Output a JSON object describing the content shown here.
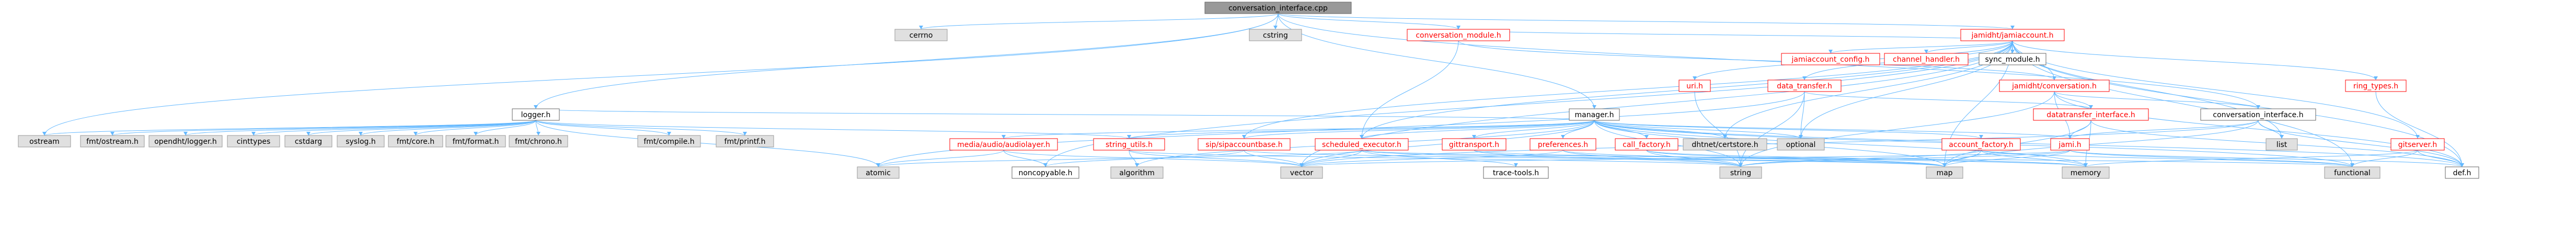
{
  "title": "conversation_interface.cpp",
  "colors": {
    "edge": "#63b8ff",
    "root_fill": "#999999",
    "root_text": "#000000",
    "local_fill": "#ffffff",
    "local_stroke": "#666666",
    "local_text": "#000000",
    "hub_stroke": "#ff0000",
    "hub_text": "#ff0000",
    "system_fill": "#e0e0e0",
    "system_stroke": "#999999"
  },
  "nodes": [
    {
      "id": "root",
      "label": "conversation_interface.cpp",
      "kind": "root"
    },
    {
      "id": "cerrno",
      "label": "cerrno",
      "kind": "system"
    },
    {
      "id": "cstring",
      "label": "cstring",
      "kind": "system"
    },
    {
      "id": "conversation_module",
      "label": "conversation_module.h",
      "kind": "hub"
    },
    {
      "id": "jamiaccount",
      "label": "jamidht/jamiaccount.h",
      "kind": "hub"
    },
    {
      "id": "logger",
      "label": "logger.h",
      "kind": "local"
    },
    {
      "id": "manager",
      "label": "manager.h",
      "kind": "local"
    },
    {
      "id": "jamiaccount_config",
      "label": "jamiaccount_config.h",
      "kind": "hub"
    },
    {
      "id": "channel_handler",
      "label": "channel_handler.h",
      "kind": "hub"
    },
    {
      "id": "sync_module",
      "label": "sync_module.h",
      "kind": "local"
    },
    {
      "id": "uri",
      "label": "uri.h",
      "kind": "hub"
    },
    {
      "id": "jamidht_conversation",
      "label": "jamidht/conversation.h",
      "kind": "hub"
    },
    {
      "id": "data_transfer",
      "label": "data_transfer.h",
      "kind": "hub"
    },
    {
      "id": "ring_types",
      "label": "ring_types.h",
      "kind": "hub"
    },
    {
      "id": "datatransfer_interface",
      "label": "datatransfer_interface.h",
      "kind": "hub"
    },
    {
      "id": "conversation_interface",
      "label": "conversation_interface.h",
      "kind": "local"
    },
    {
      "id": "ostream",
      "label": "ostream",
      "kind": "system"
    },
    {
      "id": "fmt_ostream",
      "label": "fmt/ostream.h",
      "kind": "system"
    },
    {
      "id": "opendht_logger",
      "label": "opendht/logger.h",
      "kind": "system"
    },
    {
      "id": "cinttypes",
      "label": "cinttypes",
      "kind": "system"
    },
    {
      "id": "cstdarg",
      "label": "cstdarg",
      "kind": "system"
    },
    {
      "id": "syslog",
      "label": "syslog.h",
      "kind": "system"
    },
    {
      "id": "fmt_core",
      "label": "fmt/core.h",
      "kind": "system"
    },
    {
      "id": "fmt_format",
      "label": "fmt/format.h",
      "kind": "system"
    },
    {
      "id": "fmt_chrono",
      "label": "fmt/chrono.h",
      "kind": "system"
    },
    {
      "id": "fmt_compile",
      "label": "fmt/compile.h",
      "kind": "system"
    },
    {
      "id": "fmt_printf",
      "label": "fmt/printf.h",
      "kind": "system"
    },
    {
      "id": "media_audiolayer",
      "label": "media/audio/audiolayer.h",
      "kind": "hub"
    },
    {
      "id": "string_utils",
      "label": "string_utils.h",
      "kind": "hub"
    },
    {
      "id": "sip_sipaccountbase",
      "label": "sip/sipaccountbase.h",
      "kind": "hub"
    },
    {
      "id": "scheduled_executor",
      "label": "scheduled_executor.h",
      "kind": "hub"
    },
    {
      "id": "gittransport",
      "label": "gittransport.h",
      "kind": "hub"
    },
    {
      "id": "preferences",
      "label": "preferences.h",
      "kind": "hub"
    },
    {
      "id": "call_factory",
      "label": "call_factory.h",
      "kind": "hub"
    },
    {
      "id": "dhtnet_certstore",
      "label": "dhtnet/certstore.h",
      "kind": "system"
    },
    {
      "id": "optional",
      "label": "optional",
      "kind": "system"
    },
    {
      "id": "account_factory",
      "label": "account_factory.h",
      "kind": "hub"
    },
    {
      "id": "jami",
      "label": "jami.h",
      "kind": "hub"
    },
    {
      "id": "list",
      "label": "list",
      "kind": "system"
    },
    {
      "id": "gitserver",
      "label": "gitserver.h",
      "kind": "hub"
    },
    {
      "id": "atomic",
      "label": "atomic",
      "kind": "system"
    },
    {
      "id": "noncopyable",
      "label": "noncopyable.h",
      "kind": "local"
    },
    {
      "id": "algorithm",
      "label": "algorithm",
      "kind": "system"
    },
    {
      "id": "vector",
      "label": "vector",
      "kind": "system"
    },
    {
      "id": "trace_tools",
      "label": "trace-tools.h",
      "kind": "local"
    },
    {
      "id": "string",
      "label": "string",
      "kind": "system"
    },
    {
      "id": "map",
      "label": "map",
      "kind": "system"
    },
    {
      "id": "memory",
      "label": "memory",
      "kind": "system"
    },
    {
      "id": "functional",
      "label": "functional",
      "kind": "system"
    },
    {
      "id": "def",
      "label": "def.h",
      "kind": "local"
    }
  ],
  "edges": [
    [
      "root",
      "cerrno"
    ],
    [
      "root",
      "cstring"
    ],
    [
      "root",
      "conversation_module"
    ],
    [
      "root",
      "jamiaccount"
    ],
    [
      "root",
      "logger"
    ],
    [
      "root",
      "manager"
    ],
    [
      "root",
      "conversation_interface"
    ],
    [
      "root",
      "ostream"
    ],
    [
      "jamiaccount",
      "jamiaccount_config"
    ],
    [
      "jamiaccount",
      "channel_handler"
    ],
    [
      "jamiaccount",
      "sync_module"
    ],
    [
      "jamiaccount",
      "uri"
    ],
    [
      "jamiaccount",
      "jamidht_conversation"
    ],
    [
      "jamiaccount",
      "data_transfer"
    ],
    [
      "jamiaccount",
      "ring_types"
    ],
    [
      "jamiaccount",
      "conversation_module"
    ],
    [
      "jamiaccount",
      "sip_sipaccountbase"
    ],
    [
      "jamiaccount",
      "scheduled_executor"
    ],
    [
      "jamiaccount",
      "dhtnet_certstore"
    ],
    [
      "jamiaccount",
      "optional"
    ],
    [
      "jamiaccount",
      "list"
    ],
    [
      "jamiaccount",
      "gitserver"
    ],
    [
      "jamiaccount",
      "map"
    ],
    [
      "jamiaccount",
      "functional"
    ],
    [
      "jamiaccount",
      "def"
    ],
    [
      "jamiaccount",
      "vector"
    ],
    [
      "jamiaccount",
      "noncopyable"
    ],
    [
      "conversation_module",
      "scheduled_executor"
    ],
    [
      "conversation_module",
      "jamidht_conversation"
    ],
    [
      "jamidht_conversation",
      "datatransfer_interface"
    ],
    [
      "jamidht_conversation",
      "conversation_interface"
    ],
    [
      "jamidht_conversation",
      "jami"
    ],
    [
      "jamidht_conversation",
      "string"
    ],
    [
      "jamidht_conversation",
      "def"
    ],
    [
      "data_transfer",
      "datatransfer_interface"
    ],
    [
      "data_transfer",
      "optional"
    ],
    [
      "data_transfer",
      "atomic"
    ],
    [
      "data_transfer",
      "string"
    ],
    [
      "ring_types",
      "def"
    ],
    [
      "uri",
      "string"
    ],
    [
      "datatransfer_interface",
      "jami"
    ],
    [
      "datatransfer_interface",
      "def"
    ],
    [
      "datatransfer_interface",
      "map"
    ],
    [
      "datatransfer_interface",
      "memory"
    ],
    [
      "conversation_interface",
      "jami"
    ],
    [
      "conversation_interface",
      "def"
    ],
    [
      "conversation_interface",
      "list"
    ],
    [
      "conversation_interface",
      "map"
    ],
    [
      "conversation_interface",
      "vector"
    ],
    [
      "logger",
      "ostream"
    ],
    [
      "logger",
      "fmt_ostream"
    ],
    [
      "logger",
      "opendht_logger"
    ],
    [
      "logger",
      "cinttypes"
    ],
    [
      "logger",
      "cstdarg"
    ],
    [
      "logger",
      "syslog"
    ],
    [
      "logger",
      "fmt_core"
    ],
    [
      "logger",
      "fmt_format"
    ],
    [
      "logger",
      "fmt_chrono"
    ],
    [
      "logger",
      "fmt_compile"
    ],
    [
      "logger",
      "fmt_printf"
    ],
    [
      "logger",
      "atomic"
    ],
    [
      "logger",
      "string_utils"
    ],
    [
      "manager",
      "media_audiolayer"
    ],
    [
      "manager",
      "string_utils"
    ],
    [
      "manager",
      "sip_sipaccountbase"
    ],
    [
      "manager",
      "scheduled_executor"
    ],
    [
      "manager",
      "gittransport"
    ],
    [
      "manager",
      "preferences"
    ],
    [
      "manager",
      "call_factory"
    ],
    [
      "manager",
      "dhtnet_certstore"
    ],
    [
      "manager",
      "optional"
    ],
    [
      "manager",
      "account_factory"
    ],
    [
      "manager",
      "jami"
    ],
    [
      "manager",
      "def"
    ],
    [
      "manager",
      "memory"
    ],
    [
      "manager",
      "vector"
    ],
    [
      "manager",
      "string"
    ],
    [
      "manager",
      "map"
    ],
    [
      "manager",
      "functional"
    ],
    [
      "manager",
      "algorithm"
    ],
    [
      "manager",
      "logger"
    ],
    [
      "media_audiolayer",
      "noncopyable"
    ],
    [
      "media_audiolayer",
      "atomic"
    ],
    [
      "media_audiolayer",
      "vector"
    ],
    [
      "string_utils",
      "algorithm"
    ],
    [
      "string_utils",
      "vector"
    ],
    [
      "string_utils",
      "string"
    ],
    [
      "sip_sipaccountbase",
      "noncopyable"
    ],
    [
      "sip_sipaccountbase",
      "vector"
    ],
    [
      "sip_sipaccountbase",
      "map"
    ],
    [
      "scheduled_executor",
      "trace_tools"
    ],
    [
      "scheduled_executor",
      "vector"
    ],
    [
      "scheduled_executor",
      "map"
    ],
    [
      "scheduled_executor",
      "atomic"
    ],
    [
      "scheduled_executor",
      "functional"
    ],
    [
      "gittransport",
      "string"
    ],
    [
      "gittransport",
      "memory"
    ],
    [
      "preferences",
      "string"
    ],
    [
      "preferences",
      "map"
    ],
    [
      "preferences",
      "vector"
    ],
    [
      "call_factory",
      "string"
    ],
    [
      "call_factory",
      "map"
    ],
    [
      "call_factory",
      "memory"
    ],
    [
      "account_factory",
      "string"
    ],
    [
      "account_factory",
      "map"
    ],
    [
      "account_factory",
      "memory"
    ],
    [
      "account_factory",
      "functional"
    ],
    [
      "jami",
      "string"
    ],
    [
      "jami",
      "map"
    ],
    [
      "jami",
      "vector"
    ],
    [
      "jami",
      "functional"
    ],
    [
      "jami",
      "def"
    ],
    [
      "gitserver",
      "functional"
    ],
    [
      "gitserver",
      "memory"
    ],
    [
      "gitserver",
      "def"
    ]
  ]
}
